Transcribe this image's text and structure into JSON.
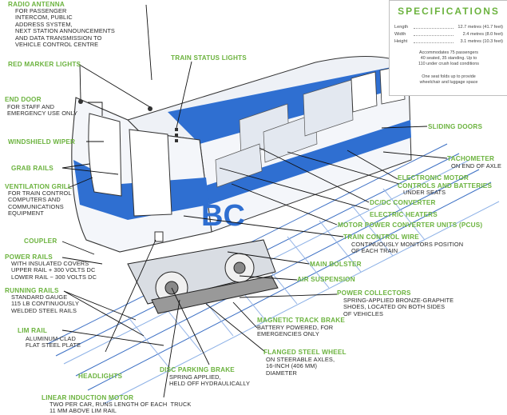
{
  "callouts": [
    {
      "id": "radio-antenna",
      "title": "RADIO ANTENNA",
      "desc": "FOR PASSENGER\nINTERCOM, PUBLIC\nADDRESS SYSTEM,\nNEXT STATION ANNOUNCEMENTS\nAND DATA TRANSMISSION TO\nVEHICLE CONTROL CENTRE"
    },
    {
      "id": "red-marker-lights",
      "title": "RED MARKER LIGHTS",
      "desc": ""
    },
    {
      "id": "train-status-lights",
      "title": "TRAIN STATUS LIGHTS",
      "desc": ""
    },
    {
      "id": "end-door",
      "title": "END DOOR",
      "desc": "FOR STAFF AND\nEMERGENCY USE ONLY"
    },
    {
      "id": "windshield-wiper",
      "title": "WINDSHIELD WIPER",
      "desc": ""
    },
    {
      "id": "grab-rails",
      "title": "GRAB RAILS",
      "desc": ""
    },
    {
      "id": "ventilation-grill",
      "title": "VENTILATION GRILL",
      "desc": "FOR TRAIN CONTROL\nCOMPUTERS AND\nCOMMUNICATIONS\nEQUIPMENT"
    },
    {
      "id": "coupler",
      "title": "COUPLER",
      "desc": ""
    },
    {
      "id": "power-rails",
      "title": "POWER RAILS",
      "desc": "WITH INSULATED COVERS\nUPPER RAIL + 300 VOLTS DC\nLOWER RAIL − 300 VOLTS DC"
    },
    {
      "id": "running-rails",
      "title": "RUNNING RAILS",
      "desc": "STANDARD GAUGE\n115 LB CONTINUOUSLY\nWELDED STEEL RAILS"
    },
    {
      "id": "lim-rail",
      "title": "LIM RAIL",
      "desc": "ALUMINUM-CLAD\nFLAT STEEL PLATE"
    },
    {
      "id": "headlights",
      "title": "HEADLIGHTS",
      "desc": ""
    },
    {
      "id": "disc-parking-brake",
      "title": "DISC PARKING BRAKE",
      "desc": "SPRING APPLIED,\nHELD OFF HYDRAULICALLY"
    },
    {
      "id": "linear-induction-motor",
      "title": "LINEAR INDUCTION MOTOR",
      "desc": "TWO PER CAR, RUNS LENGTH OF EACH  TRUCK\n11 mm ABOVE LIM RAIL"
    },
    {
      "id": "sliding-doors",
      "title": "SLIDING DOORS",
      "desc": ""
    },
    {
      "id": "tachometer",
      "title": "TACHOMETER",
      "desc": "ON END OF AXLE"
    },
    {
      "id": "electronic-motor-controls",
      "title": "ELECTRONIC MOTOR\nCONTROLS AND BATTERIES",
      "desc": "UNDER SEATS"
    },
    {
      "id": "dc-dc-converter",
      "title": "DC/DC CONVERTER",
      "desc": ""
    },
    {
      "id": "electric-heaters",
      "title": "ELECTRIC HEATERS",
      "desc": ""
    },
    {
      "id": "motor-power-converter",
      "title": "MOTOR POWER CONVERTER UNITS (PCUs)",
      "desc": ""
    },
    {
      "id": "train-control-wire",
      "title": "TRAIN CONTROL WIRE",
      "desc": "CONTINUOUSLY MONITORS POSITION\nOF EACH TRAIN"
    },
    {
      "id": "main-bolster",
      "title": "MAIN BOLSTER",
      "desc": ""
    },
    {
      "id": "air-suspension",
      "title": "AIR SUSPENSION",
      "desc": ""
    },
    {
      "id": "power-collectors",
      "title": "POWER COLLECTORS",
      "desc": "SPRING-APPLIED BRONZE-GRAPHITE\nSHOES, LOCATED ON BOTH SIDES\nOF VEHICLES"
    },
    {
      "id": "magnetic-track-brake",
      "title": "MAGNETIC TRACK BRAKE",
      "desc": "BATTERY POWERED, FOR\nEMERGENCIES ONLY"
    },
    {
      "id": "flanged-steel-wheel",
      "title": "FLANGED STEEL WHEEL",
      "desc": "ON STEERABLE AXLES,\n16-INCH (406 mm)\nDIAMETER"
    }
  ],
  "car_logo": "BC",
  "specifications": {
    "title": "SPECIFICATIONS",
    "rows": [
      {
        "label": "Length",
        "value": "12.7 metres (41.7 feet)"
      },
      {
        "label": "Width",
        "value": "2.4 metres (8.0 feet)"
      },
      {
        "label": "Height",
        "value": "3.1 metres (10.3 feet)"
      }
    ],
    "note1": "Accommodates 75 passengers\n40 seated, 35 standing. Up to\n110 under crush load conditions",
    "note2": "One seat folds up to provide\nwheelchair and luggage space"
  },
  "colors": {
    "label_green": "#6cb33f",
    "car_blue": "#2f6fd1",
    "car_white": "#f4f6fa",
    "text_dark": "#2a2a2a"
  }
}
